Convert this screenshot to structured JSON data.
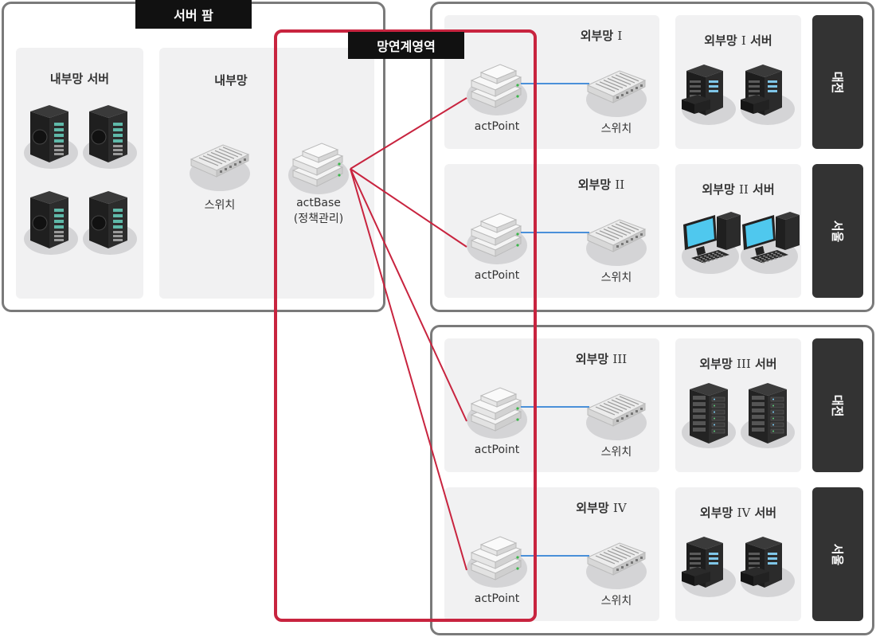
{
  "server_farm": {
    "title": "서버 팜",
    "internal_server_panel": {
      "title": "내부망 서버"
    },
    "internal_network_panel": {
      "title": "내부망",
      "switch_label": "스위치"
    }
  },
  "link_zone": {
    "title": "망연계영역",
    "actbase_label": "actBase",
    "actbase_sub": "(정책관리)"
  },
  "externals": [
    {
      "net_prefix": "외부망 ",
      "roman": "I",
      "server_prefix": "외부망 ",
      "server_suffix": " 서버",
      "region": "대전",
      "point_label": "actPoint",
      "switch_label": "스위치",
      "server_kind": "tower"
    },
    {
      "net_prefix": "외부망 ",
      "roman": "II",
      "server_prefix": "외부망 ",
      "server_suffix": " 서버",
      "region": "서울",
      "point_label": "actPoint",
      "switch_label": "스위치",
      "server_kind": "pc"
    },
    {
      "net_prefix": "외부망 ",
      "roman": "III",
      "server_prefix": "외부망 ",
      "server_suffix": " 서버",
      "region": "대전",
      "point_label": "actPoint",
      "switch_label": "스위치",
      "server_kind": "rack"
    },
    {
      "net_prefix": "외부망 ",
      "roman": "IV",
      "server_prefix": "외부망 ",
      "server_suffix": " 서버",
      "region": "서울",
      "point_label": "actPoint",
      "switch_label": "스위치",
      "server_kind": "tower"
    }
  ],
  "colors": {
    "accent_red": "#c8243f",
    "link_blue": "#4a90d9",
    "frame_gray": "#7a7a7a",
    "panel_bg": "#f1f1f2",
    "region_dark": "#333333"
  }
}
